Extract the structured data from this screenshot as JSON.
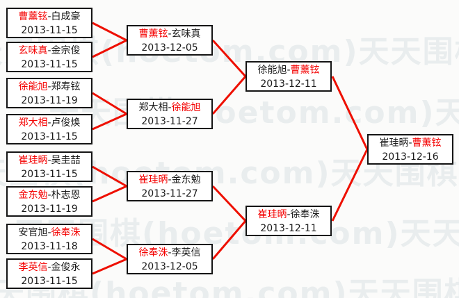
{
  "watermark": {
    "text": "天天围棋(hoetom.com)"
  },
  "colors": {
    "winner_red": "#f40000",
    "line_red": "#ee0f00",
    "border_black": "#141414",
    "background": "#fbfbfa"
  },
  "separator": "-",
  "bracket": {
    "rounds": [
      {
        "name": "round1",
        "matches": [
          {
            "p1": "曹薰铉",
            "p2": "白成豪",
            "date": "2013-11-15",
            "winner": "p1"
          },
          {
            "p1": "玄味真",
            "p2": "金宗俊",
            "date": "2013-11-15",
            "winner": "p1"
          },
          {
            "p1": "徐能旭",
            "p2": "郑寿铉",
            "date": "2013-11-19",
            "winner": "p1"
          },
          {
            "p1": "郑大相",
            "p2": "卢俊焕",
            "date": "2013-11-15",
            "winner": "p1"
          },
          {
            "p1": "崔珪昞",
            "p2": "吴圭喆",
            "date": "2013-11-15",
            "winner": "p1"
          },
          {
            "p1": "金东勉",
            "p2": "朴志恩",
            "date": "2013-11-19",
            "winner": "p1"
          },
          {
            "p1": "安官旭",
            "p2": "徐奉洙",
            "date": "2013-11-18",
            "winner": "p2"
          },
          {
            "p1": "李英信",
            "p2": "金俊永",
            "date": "2013-11-15",
            "winner": "p1"
          }
        ]
      },
      {
        "name": "round2",
        "matches": [
          {
            "p1": "曹薰铉",
            "p2": "玄味真",
            "date": "2013-12-05",
            "winner": "p1"
          },
          {
            "p1": "郑大相",
            "p2": "徐能旭",
            "date": "2013-11-27",
            "winner": "p2"
          },
          {
            "p1": "崔珪昞",
            "p2": "金东勉",
            "date": "2013-11-27",
            "winner": "p1"
          },
          {
            "p1": "徐奉洙",
            "p2": "李英信",
            "date": "2013-12-05",
            "winner": "p1"
          }
        ]
      },
      {
        "name": "semifinals",
        "matches": [
          {
            "p1": "徐能旭",
            "p2": "曹薰铉",
            "date": "2013-12-11",
            "winner": "p2"
          },
          {
            "p1": "崔珪昞",
            "p2": "徐奉洙",
            "date": "2013-12-11",
            "winner": "p1"
          }
        ]
      },
      {
        "name": "final",
        "matches": [
          {
            "p1": "崔珪昞",
            "p2": "曹薰铉",
            "date": "2013-12-16",
            "winner": "p2"
          }
        ]
      }
    ]
  }
}
